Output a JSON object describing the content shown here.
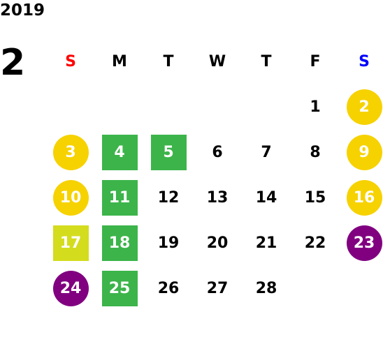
{
  "calendar": {
    "year": "2019",
    "month": "2",
    "weekdays": [
      {
        "label": "S",
        "color": "#ff0000"
      },
      {
        "label": "M",
        "color": "#000000"
      },
      {
        "label": "T",
        "color": "#000000"
      },
      {
        "label": "W",
        "color": "#000000"
      },
      {
        "label": "T",
        "color": "#000000"
      },
      {
        "label": "F",
        "color": "#000000"
      },
      {
        "label": "S",
        "color": "#0000ff"
      }
    ],
    "colors": {
      "weekend_holiday": "#f6d200",
      "highlight_green": "#3cb44a",
      "highlight_lime": "#d4dc1e",
      "special_purple": "#800080"
    },
    "weeks": [
      [
        null,
        null,
        null,
        null,
        null,
        {
          "day": "1",
          "style": "plain"
        },
        {
          "day": "2",
          "style": "circle",
          "color": "#f6d200"
        }
      ],
      [
        {
          "day": "3",
          "style": "circle",
          "color": "#f6d200"
        },
        {
          "day": "4",
          "style": "square",
          "color": "#3cb44a"
        },
        {
          "day": "5",
          "style": "square",
          "color": "#3cb44a"
        },
        {
          "day": "6",
          "style": "plain"
        },
        {
          "day": "7",
          "style": "plain"
        },
        {
          "day": "8",
          "style": "plain"
        },
        {
          "day": "9",
          "style": "circle",
          "color": "#f6d200"
        }
      ],
      [
        {
          "day": "10",
          "style": "circle",
          "color": "#f6d200"
        },
        {
          "day": "11",
          "style": "square",
          "color": "#3cb44a"
        },
        {
          "day": "12",
          "style": "plain"
        },
        {
          "day": "13",
          "style": "plain"
        },
        {
          "day": "14",
          "style": "plain"
        },
        {
          "day": "15",
          "style": "plain"
        },
        {
          "day": "16",
          "style": "circle",
          "color": "#f6d200"
        }
      ],
      [
        {
          "day": "17",
          "style": "square",
          "color": "#d4dc1e"
        },
        {
          "day": "18",
          "style": "square",
          "color": "#3cb44a"
        },
        {
          "day": "19",
          "style": "plain"
        },
        {
          "day": "20",
          "style": "plain"
        },
        {
          "day": "21",
          "style": "plain"
        },
        {
          "day": "22",
          "style": "plain"
        },
        {
          "day": "23",
          "style": "circle",
          "color": "#800080"
        }
      ],
      [
        {
          "day": "24",
          "style": "circle",
          "color": "#800080"
        },
        {
          "day": "25",
          "style": "square",
          "color": "#3cb44a"
        },
        {
          "day": "26",
          "style": "plain"
        },
        {
          "day": "27",
          "style": "plain"
        },
        {
          "day": "28",
          "style": "plain"
        },
        null,
        null
      ]
    ]
  }
}
